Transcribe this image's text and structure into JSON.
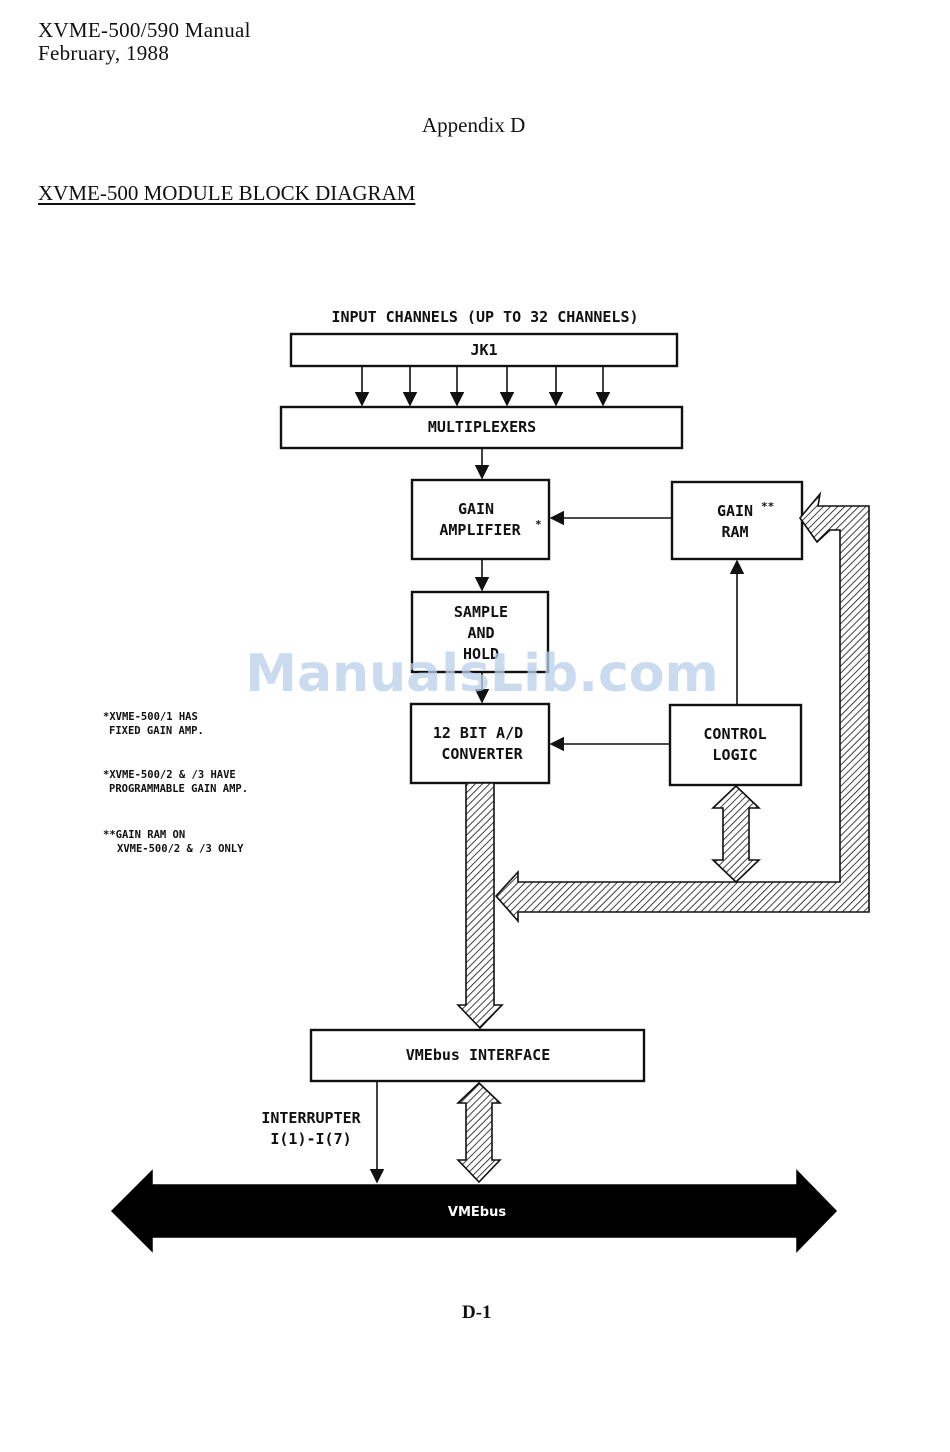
{
  "header": {
    "line1": "XVME-500/590 Manual",
    "line2": "February, 1988"
  },
  "appendix": "Appendix D",
  "title": "XVME-500 MODULE BLOCK DIAGRAM",
  "diagram": {
    "input_label": "INPUT CHANNELS (UP TO 32 CHANNELS)",
    "jk1": "JK1",
    "multiplexers": "MULTIPLEXERS",
    "gain_amp": {
      "line1": "GAIN",
      "line2": "AMPLIFIER",
      "mark": "*"
    },
    "gain_ram": {
      "line1": "GAIN",
      "line2": "RAM",
      "mark": "**"
    },
    "sample_hold": {
      "line1": "SAMPLE",
      "line2": "AND",
      "line3": "HOLD"
    },
    "adc": {
      "line1": "12 BIT A/D",
      "line2": "CONVERTER"
    },
    "control": {
      "line1": "CONTROL",
      "line2": "LOGIC"
    },
    "vme_interface": "VMEbus INTERFACE",
    "interrupter": {
      "line1": "INTERRUPTER",
      "line2": "I(1)-I(7)"
    },
    "vmebus": "VMEbus"
  },
  "notes": {
    "n1a": "*XVME-500/1 HAS",
    "n1b": "FIXED GAIN AMP.",
    "n2a": "*XVME-500/2 & /3 HAVE",
    "n2b": "PROGRAMMABLE GAIN AMP.",
    "n3a": "**GAIN RAM ON",
    "n3b": "XVME-500/2 & /3 ONLY"
  },
  "watermark": "ManualsLib.com",
  "page_number": "D-1"
}
